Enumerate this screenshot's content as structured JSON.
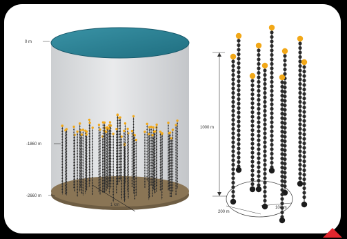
{
  "diagram": {
    "depth_labels": {
      "surface": "0 m",
      "mid": "-1860 m",
      "bottom": "-2660 m"
    },
    "cylinder_scale_label": "1 km",
    "detail_labels": {
      "string_length": "1000 m",
      "outer_spacing": "200 m",
      "inner_spacing": "100 m"
    },
    "colors": {
      "water_top": "#2b7f93",
      "seabed": "#8a7555",
      "cylinder_fill": "#d4d6d8",
      "sensor_dark": "#2a2a2a",
      "buoy": "#f2a818",
      "accent_corner": "#e3262e"
    }
  }
}
